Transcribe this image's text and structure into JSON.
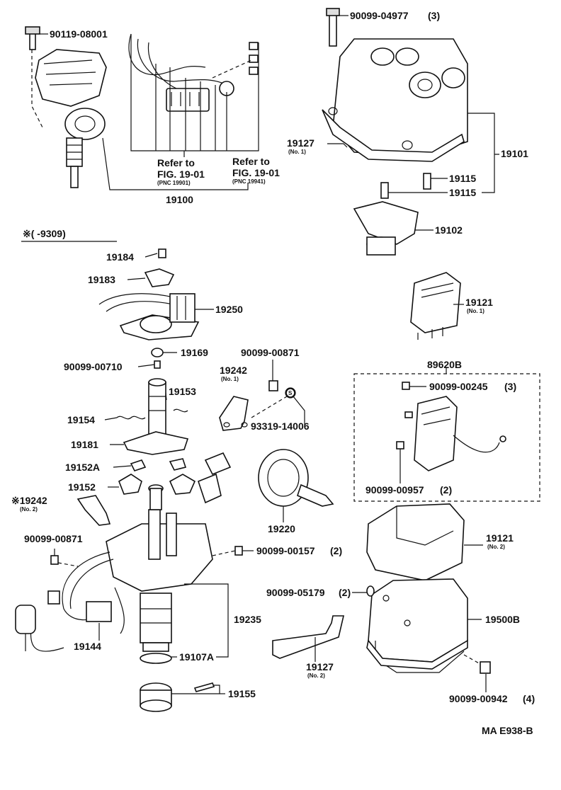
{
  "labels": {
    "p90119_08001": "90119-08001",
    "p90099_04977": "90099-04977",
    "p90099_04977_qty": "(3)",
    "p19127_top": "19127",
    "p19127_top_sub": "(No. 1)",
    "p19101": "19101",
    "p19115_a": "19115",
    "p19115_b": "19115",
    "refer_to_1": "Refer to",
    "fig_1": "FIG. 19-01",
    "pnc_1": "(PNC 19901)",
    "refer_to_2": "Refer to",
    "fig_2": "FIG. 19-01",
    "pnc_2": "(PNC 19941)",
    "p19100": "19100",
    "p19102": "19102",
    "note_mark": "※(      -9309)",
    "p19184": "19184",
    "p19183": "19183",
    "p19250": "19250",
    "p19121_a": "19121",
    "p19121_a_sub": "(No. 1)",
    "p19169": "19169",
    "p90099_00871_a": "90099-00871",
    "p90099_00710": "90099-00710",
    "p19242_a": "19242",
    "p19242_a_sub": "(No. 1)",
    "p89620B": "89620B",
    "p90099_00245": "90099-00245",
    "p90099_00245_qty": "(3)",
    "p19153": "19153",
    "p19154": "19154",
    "p93319_14006": "93319-14006",
    "p19181": "19181",
    "p19152A": "19152A",
    "p19152": "19152",
    "p90099_00957": "90099-00957",
    "p90099_00957_qty": "(2)",
    "p19242_b": "※19242",
    "p19242_b_sub": "(No. 2)",
    "p19220": "19220",
    "p19121_b": "19121",
    "p19121_b_sub": "(No. 2)",
    "p90099_00871_b": "90099-00871",
    "p90099_00157": "90099-00157",
    "p90099_00157_qty": "(2)",
    "p90099_05179": "90099-05179",
    "p90099_05179_qty": "(2)",
    "p19235": "19235",
    "p19500B": "19500B",
    "p19144": "19144",
    "p19107A": "19107A",
    "p19127_bot": "19127",
    "p19127_bot_sub": "(No. 2)",
    "p90099_00942": "90099-00942",
    "p90099_00942_qty": "(4)",
    "p19155": "19155",
    "drawing_code": "MA E938-B",
    "symbol_s": "S"
  }
}
